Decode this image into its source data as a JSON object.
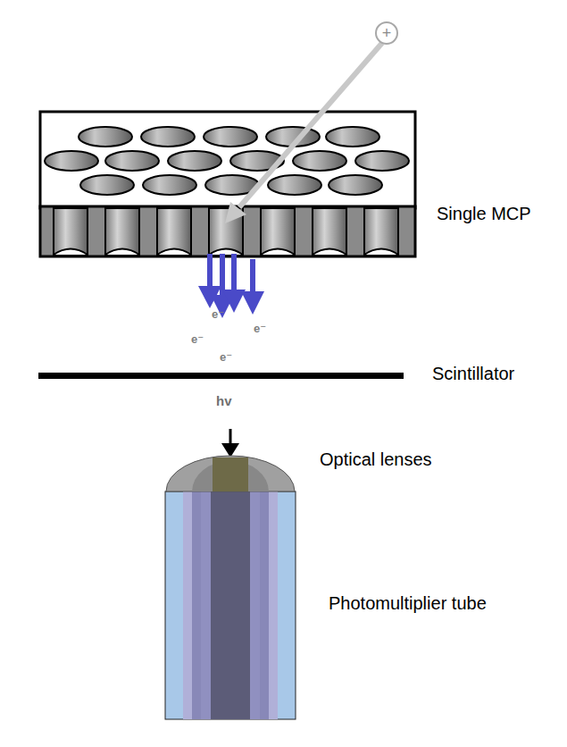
{
  "diagram": {
    "nodes": [
      {
        "text": [
          "+"
        ]
      }
    ],
    "labels": [
      "Single MCP",
      "Scintillator",
      "Optical lenses",
      "Photomultiplier tube",
      "e⁻",
      "e⁻",
      "e⁻",
      "e⁻",
      "hv"
    ]
  }
}
